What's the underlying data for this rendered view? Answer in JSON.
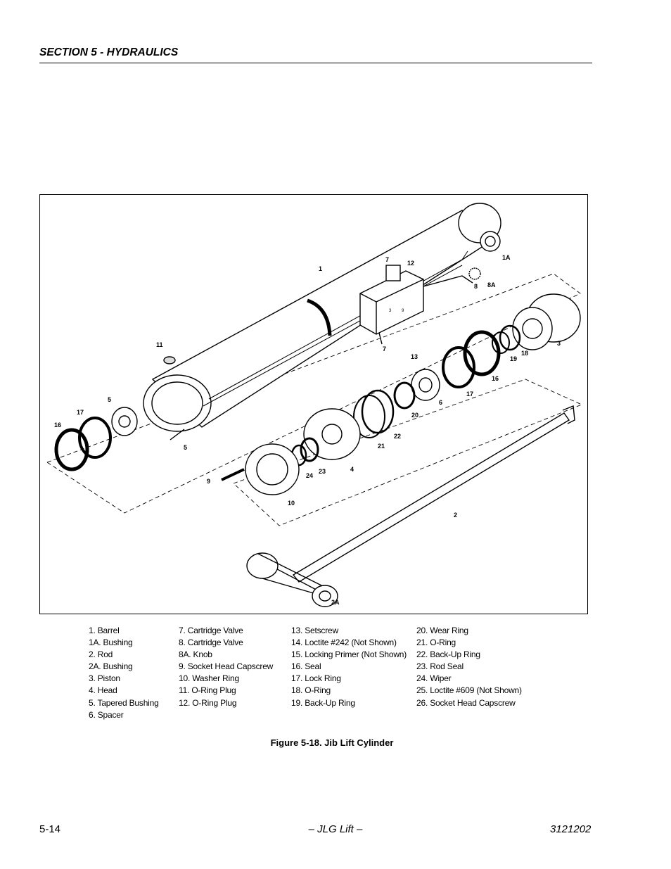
{
  "header": {
    "section": "SECTION 5 - HYDRAULICS"
  },
  "figure": {
    "caption": "Figure 5-18.   Jib Lift Cylinder",
    "callouts": [
      "1",
      "1A",
      "2",
      "2A",
      "3",
      "4",
      "5",
      "5",
      "6",
      "7",
      "7",
      "8",
      "8A",
      "9",
      "10",
      "11",
      "12",
      "13",
      "16",
      "16",
      "17",
      "17",
      "18",
      "19",
      "20",
      "21",
      "22",
      "23",
      "24",
      "3",
      "9"
    ]
  },
  "legend": {
    "col1": [
      "1.   Barrel",
      "1A. Bushing",
      "2.   Rod",
      "2A. Bushing",
      "3.   Piston",
      "4.    Head",
      "5.   Tapered Bushing",
      "6.   Spacer"
    ],
    "col2": [
      "7.   Cartridge Valve",
      "8.  Cartridge Valve",
      "8A. Knob",
      "9.   Socket Head Capscrew",
      "10. Washer Ring",
      "11.  O-Ring Plug",
      "12. O-Ring Plug"
    ],
    "col3": [
      "13. Setscrew",
      "14. Loctite #242 (Not Shown)",
      "15. Locking Primer (Not Shown)",
      "16. Seal",
      "17. Lock Ring",
      "18. O-Ring",
      "19. Back-Up Ring"
    ],
    "col4": [
      "20. Wear Ring",
      "21. O-Ring",
      "22. Back-Up Ring",
      "23. Rod Seal",
      "24. Wiper",
      "25. Loctite #609 (Not Shown)",
      "26. Socket Head Capscrew"
    ]
  },
  "footer": {
    "page": "5-14",
    "center": "– JLG Lift –",
    "doc": "3121202"
  }
}
